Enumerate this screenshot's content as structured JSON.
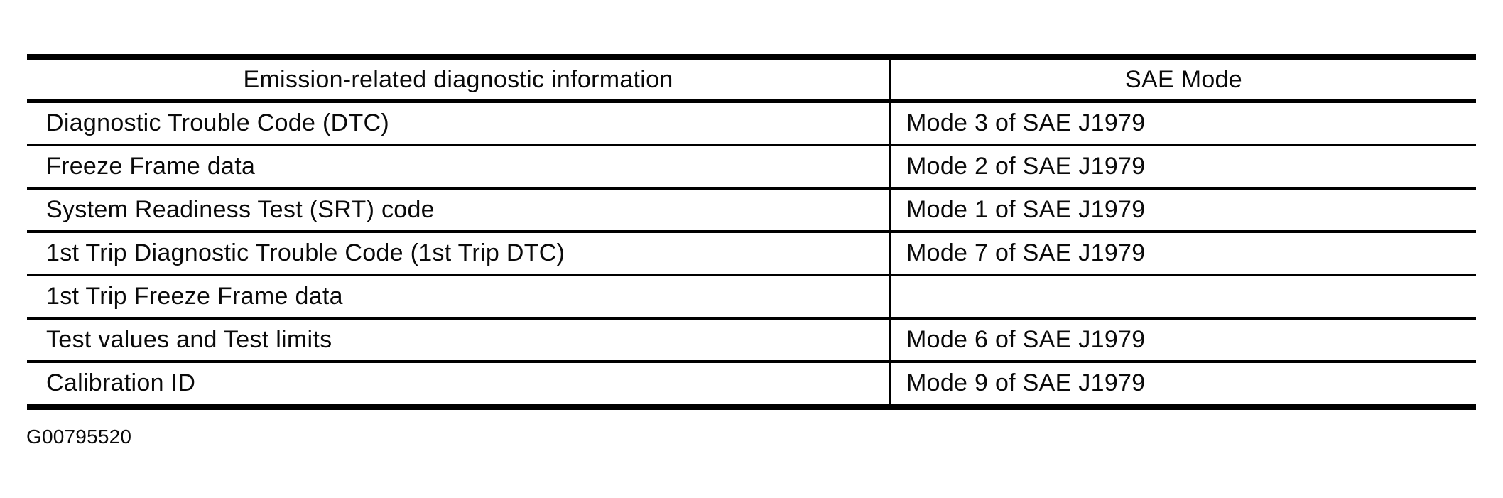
{
  "colors": {
    "ink": "#000000",
    "paper": "#ffffff"
  },
  "figure_id": "G00795520",
  "table": {
    "columns": [
      "Emission-related diagnostic information",
      "SAE Mode"
    ],
    "rows": [
      {
        "info": "Diagnostic Trouble Code (DTC)",
        "mode": "Mode 3 of SAE J1979"
      },
      {
        "info": "Freeze Frame data",
        "mode": "Mode 2 of SAE J1979"
      },
      {
        "info": "System Readiness Test (SRT) code",
        "mode": "Mode 1 of SAE J1979"
      },
      {
        "info": "1st Trip Diagnostic Trouble Code (1st Trip DTC)",
        "mode": "Mode 7 of SAE J1979"
      },
      {
        "info": "1st Trip Freeze Frame data",
        "mode": ""
      },
      {
        "info": "Test values and Test limits",
        "mode": "Mode 6 of SAE J1979"
      },
      {
        "info": "Calibration ID",
        "mode": "Mode 9 of SAE J1979"
      }
    ]
  }
}
